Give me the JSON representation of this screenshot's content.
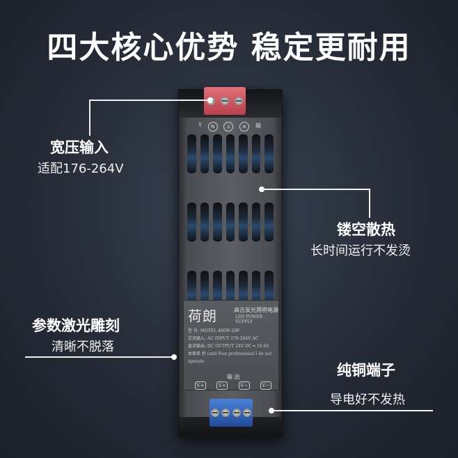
{
  "headline": "四大核心优势 稳定更耐用",
  "features": [
    {
      "title": "宽压输入",
      "subtitle": "适配176-264V"
    },
    {
      "title": "镂空散热",
      "subtitle": "长时间运行不发烫"
    },
    {
      "title": "参数激光雕刻",
      "subtitle": "清晰不脱落"
    },
    {
      "title": "纯铜端子",
      "subtitle": "导电好不发热"
    }
  ],
  "device": {
    "input_labels": [
      "Y",
      "N",
      "⏚",
      "⊜",
      "输"
    ],
    "brand": "荷朗",
    "plate_title": "高吉炭光用明电源",
    "plate_subtitle": "LED POWER SUPPLY",
    "rows": [
      "型    号: MOTEL        400W-20F",
      "交流输入: AC INPUT     176-264V AC",
      "直流输出: DC OUTPUT    24V DC ═ 16.6A",
      "本章单 秒 (and     Non professional I do not operate"
    ],
    "output_label": "输    出",
    "output_terminals": [
      "V+",
      "V+",
      "V−",
      "V−"
    ]
  }
}
